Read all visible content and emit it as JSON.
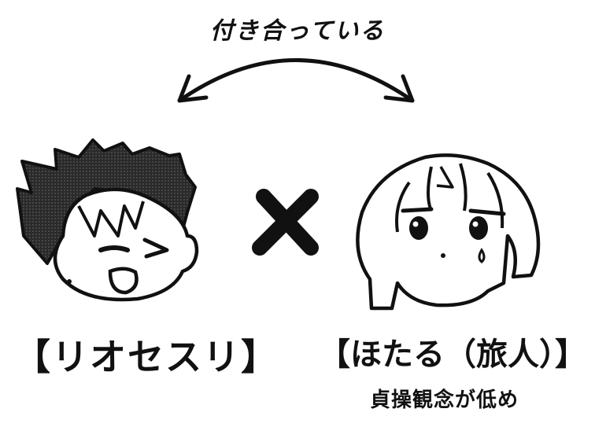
{
  "relation_label": "付き合っている",
  "characters": [
    {
      "name": "【リオセスリ】"
    },
    {
      "name": "【ほたる（旅人）】",
      "note": "貞操観念が低め"
    }
  ],
  "connector_symbol": "×"
}
